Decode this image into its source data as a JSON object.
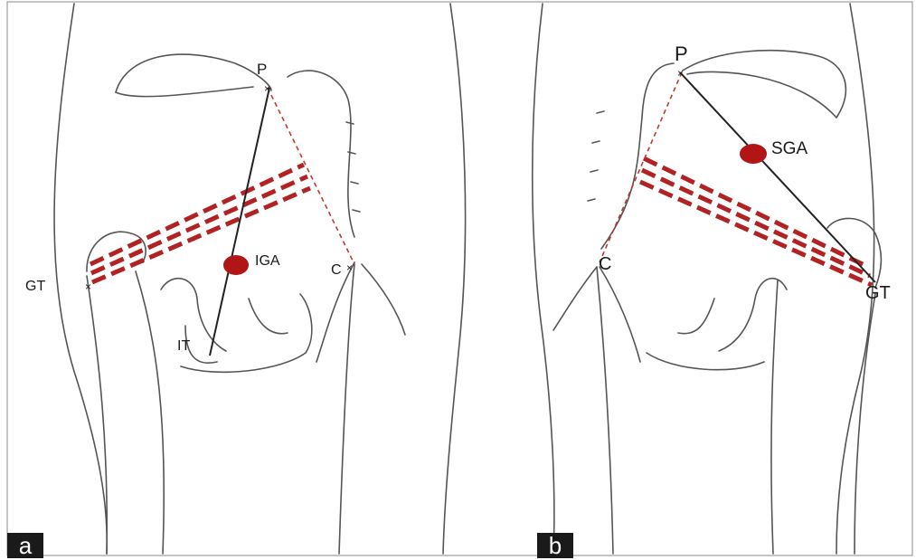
{
  "panels": [
    {
      "letter": "a",
      "labels": {
        "top_point": "P",
        "trochanter": "GT",
        "ischial": "IT",
        "coccyx": "C",
        "artery": "IGA"
      }
    },
    {
      "letter": "b",
      "labels": {
        "top_point": "P",
        "trochanter": "GT",
        "coccyx": "C",
        "artery": "SGA"
      }
    }
  ],
  "colors": {
    "outline": "#555555",
    "solid_line": "#222222",
    "dashed_line": "#b22222",
    "artery_marker": "#b21515",
    "label_bg": "#1a1a1a"
  }
}
